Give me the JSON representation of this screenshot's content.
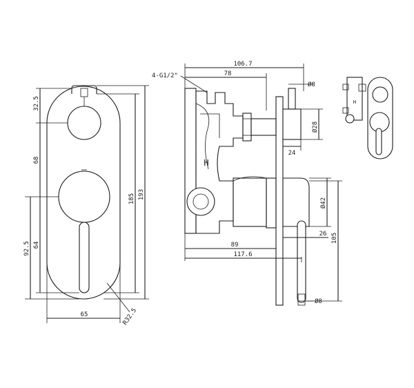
{
  "dimensions": {
    "front_top": "32.5",
    "front_mid": "68",
    "front_lower": "92.5",
    "front_lever": "64",
    "front_height_inner": "185",
    "front_height_outer": "193",
    "front_width": "65",
    "front_radius": "R32.5",
    "side_total_depth": "106.7",
    "side_body_depth": "78",
    "side_thread": "4-G1/2\"",
    "side_pin_top": "Ø8",
    "side_knob_dia": "Ø28",
    "side_knob_len": "24",
    "side_handle_dia": "Ø42",
    "side_handle_len": "26",
    "side_lever_drop": "105",
    "side_depth_89": "89",
    "side_depth_117": "117.6",
    "side_pin_bottom": "Ø8"
  },
  "body_marking": "H"
}
